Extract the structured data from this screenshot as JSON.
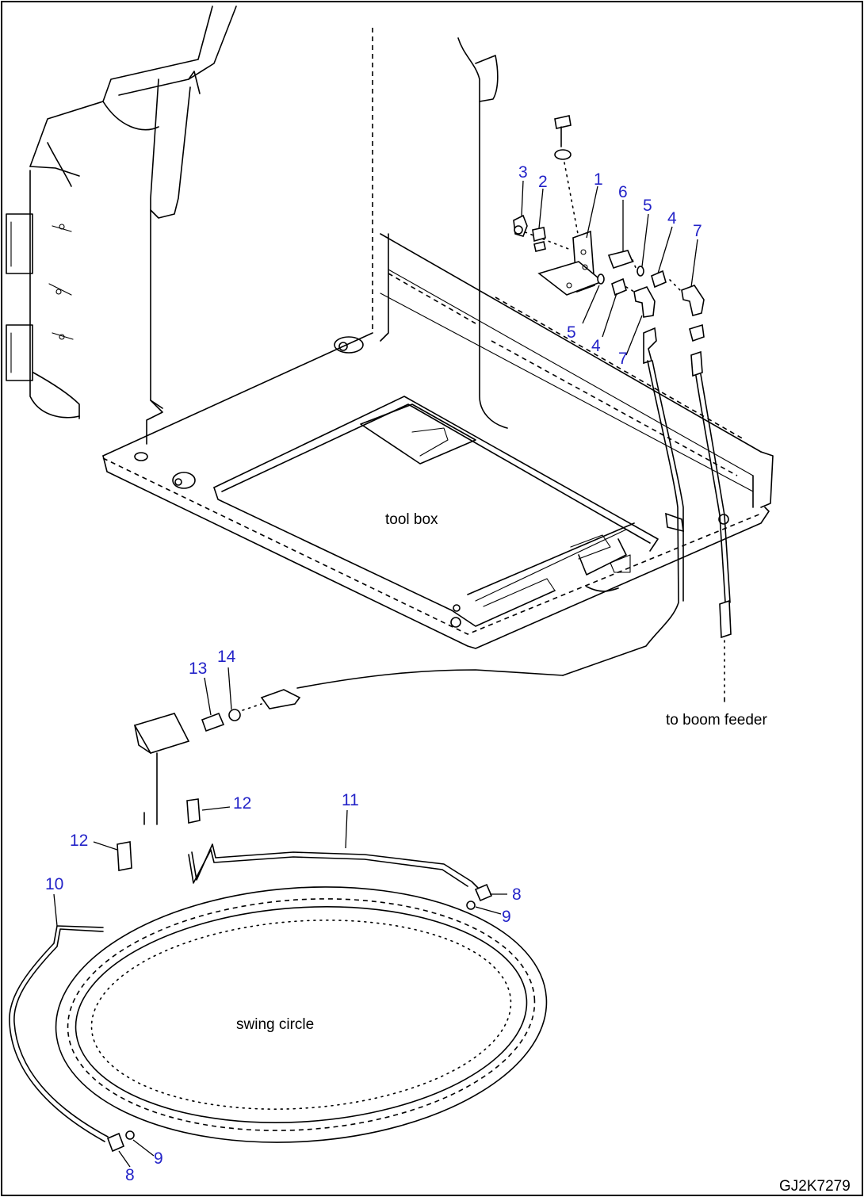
{
  "labels": {
    "tool_box": "tool box",
    "swing_circle": "swing circle",
    "to_boom_feeder": "to boom feeder"
  },
  "drawing_code": "GJ2K7279",
  "callouts": [
    "1",
    "2",
    "3",
    "4",
    "4",
    "5",
    "5",
    "6",
    "7",
    "7",
    "8",
    "8",
    "9",
    "9",
    "10",
    "11",
    "12",
    "12",
    "13",
    "14"
  ],
  "colors": {
    "callout": "#2323c8",
    "line": "#000000",
    "background": "#ffffff"
  }
}
